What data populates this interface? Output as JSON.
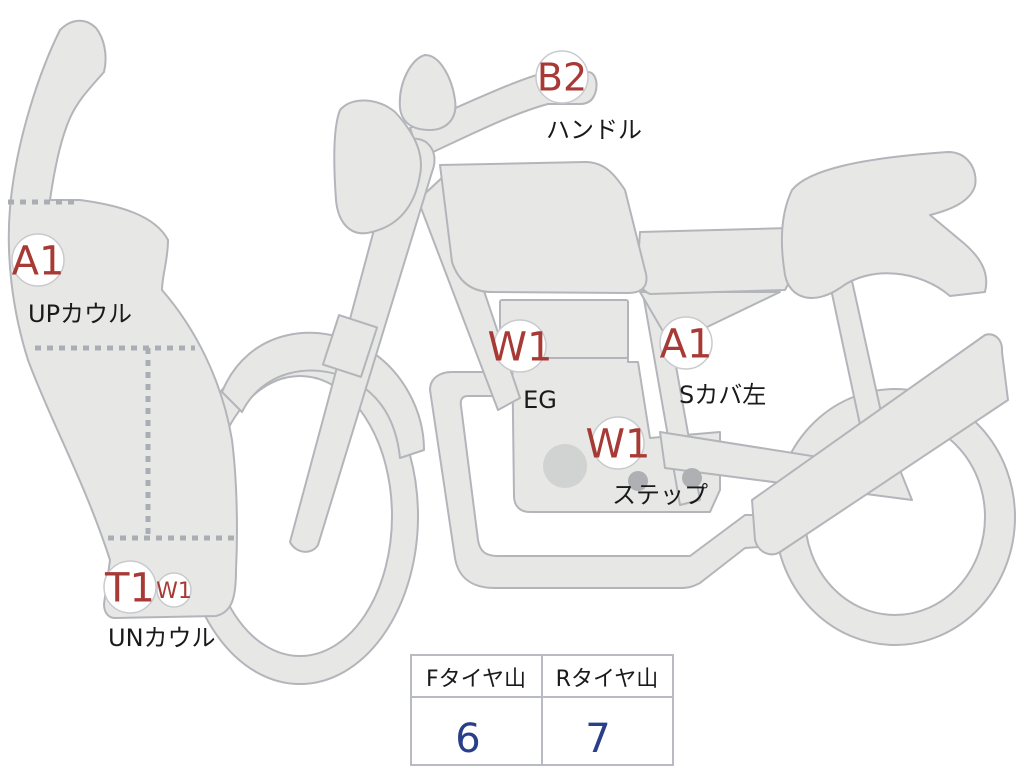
{
  "colors": {
    "part_fill": "#e7e7e5",
    "part_stroke": "#b3b5ba",
    "dotted_line": "#a9adb4",
    "badge_text": "#a83a36",
    "value_text": "#2a3f8a",
    "label_text": "#1a1a1a"
  },
  "markers": [
    {
      "id": "up-cowl",
      "code": "A1",
      "label": "UPカウル"
    },
    {
      "id": "handle",
      "code": "B2",
      "label": "ハンドル"
    },
    {
      "id": "engine",
      "code": "W1",
      "label": "EG"
    },
    {
      "id": "side-cover-left",
      "code": "A1",
      "label": "Sカバ左"
    },
    {
      "id": "step",
      "code": "W1",
      "label": "ステップ"
    },
    {
      "id": "under-cowl",
      "code": "T1",
      "label": "UNカウル"
    },
    {
      "id": "under-cowl-secondary",
      "code": "W1",
      "label": ""
    }
  ],
  "tread_table": {
    "headers": [
      "Fタイヤ山",
      "Rタイヤ山"
    ],
    "values": [
      "6",
      "7"
    ]
  }
}
